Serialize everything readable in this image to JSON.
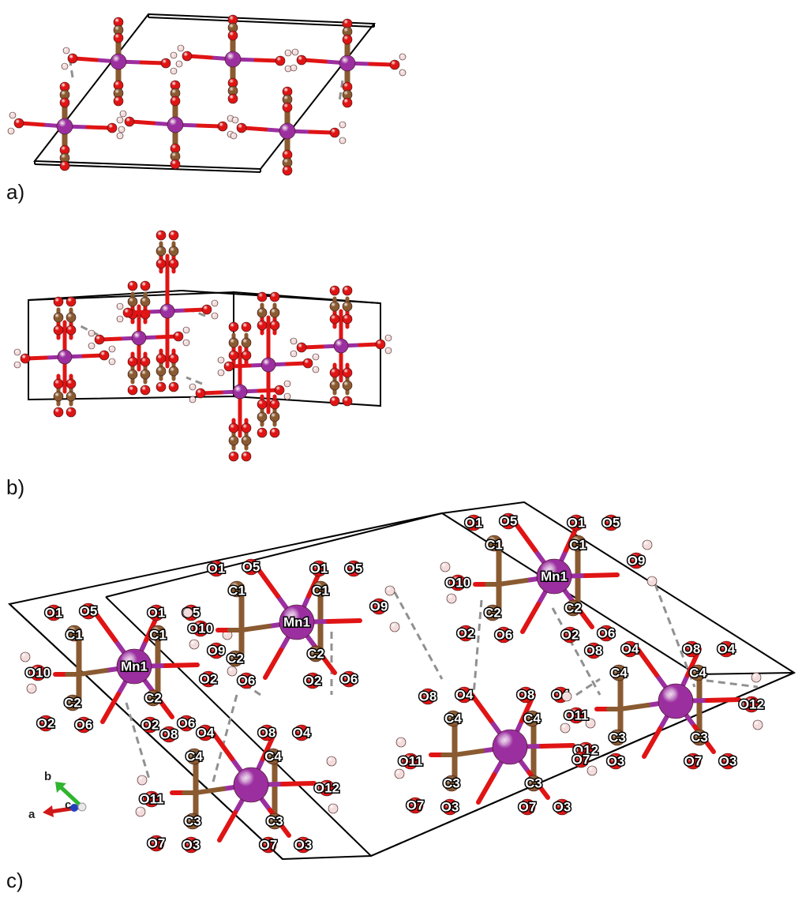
{
  "panels": [
    {
      "id": "a",
      "label": "a)"
    },
    {
      "id": "b",
      "label": "b)"
    },
    {
      "id": "c",
      "label": "c)"
    }
  ],
  "axes": {
    "a": "a",
    "b": "b",
    "c": "c"
  },
  "colors": {
    "manganese": "#9b2fa0",
    "oxygen": "#e01414",
    "carbon": "#8a5a30",
    "hydrogen": "#f3dcdc",
    "cell": "#000000",
    "hbond": "#909090"
  },
  "units_c": [
    {
      "mn": "Mn1",
      "o1": "O1",
      "o5": "O5",
      "c1": "C1",
      "o9": "O9",
      "o10": "O10",
      "c2": "C2",
      "o2": "O2",
      "o6": "O6"
    },
    {
      "mn": "Mn1",
      "o1": "O1",
      "o5": "O5",
      "c1": "C1",
      "o9": "O9",
      "o10": "O10",
      "c2": "C2",
      "o2": "O2",
      "o6": "O6"
    },
    {
      "mn": "Mn1",
      "o1": "O1",
      "o5": "O5",
      "c1": "C1",
      "o9": "O9",
      "o10": "O10",
      "c2": "C2",
      "o2": "O2",
      "o6": "O6"
    },
    {
      "mn": "",
      "o8": "O8",
      "o4": "O4",
      "c4": "C4",
      "o11": "O11",
      "o12": "O12",
      "c3": "C3",
      "o7": "O7",
      "o3": "O3"
    },
    {
      "mn": "",
      "o8": "O8",
      "o4": "O4",
      "c4": "C4",
      "o11": "O11",
      "o12": "O12",
      "c3": "C3",
      "o7": "O7",
      "o3": "O3"
    },
    {
      "mn": "",
      "o8": "O8",
      "o4": "O4",
      "c4": "C4",
      "o11": "O11",
      "o12": "O12",
      "c3": "C3",
      "o7": "O7",
      "o3": "O3"
    }
  ]
}
